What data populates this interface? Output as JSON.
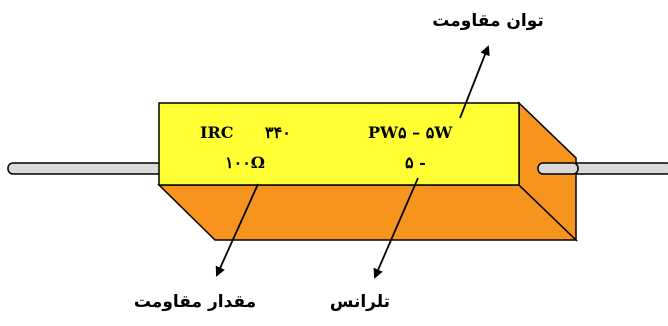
{
  "body_text": {
    "brand": "IRC",
    "code": "۳۴۰",
    "model": "PW۵ – ۵W",
    "resistance": "۱۰۰Ω",
    "tolerance": "۵ -"
  },
  "annotations": {
    "power": "توان مقاومت",
    "resistance_value": "مقدار مقاومت",
    "tolerance": "تلرانس"
  },
  "colors": {
    "front": "#ffff33",
    "bottom": "#f7941d",
    "side": "#f7941d",
    "lead": "#d9d9d9",
    "outline": "#000000"
  }
}
